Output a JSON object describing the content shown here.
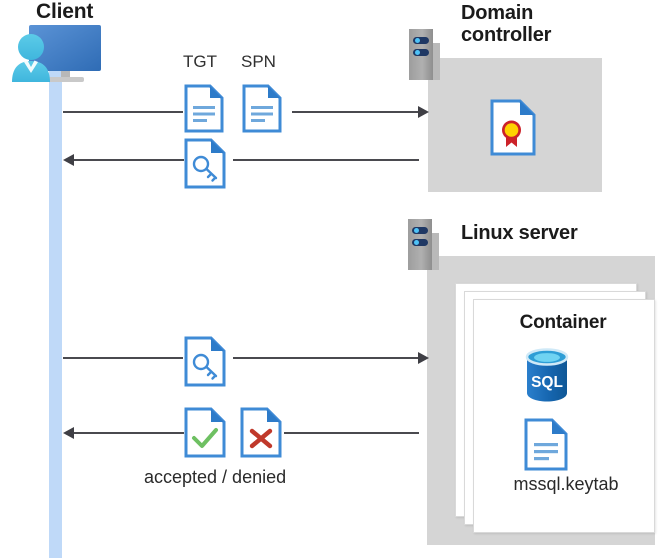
{
  "diagram": {
    "title": "Kerberos authentication flow between Client, Domain controller and Linux server container",
    "actors": {
      "client": {
        "label": "Client",
        "icon": "client-computer-user-icon"
      },
      "domain_controller": {
        "label": "Domain\ncontroller",
        "label_line1": "Domain",
        "label_line2": "controller",
        "icon": "server-rack-icon"
      },
      "linux_server": {
        "label": "Linux server",
        "icon": "server-rack-icon"
      }
    },
    "domain_controller_contents": [
      {
        "name": "certificate-document",
        "icon": "certificate-doc-icon",
        "label": ""
      }
    ],
    "container": {
      "label": "Container",
      "items": [
        {
          "name": "sql-database",
          "icon": "sql-database-icon",
          "label": "SQL"
        },
        {
          "name": "keytab-file",
          "icon": "document-lines-icon",
          "label": "mssql.keytab"
        }
      ]
    },
    "messages": [
      {
        "id": "msg-1",
        "direction": "right",
        "from": "client",
        "to": "domain_controller",
        "artifacts": [
          {
            "label": "TGT",
            "icon": "document-lines-icon"
          },
          {
            "label": "SPN",
            "icon": "document-lines-icon"
          }
        ],
        "caption": ""
      },
      {
        "id": "msg-2",
        "direction": "left",
        "from": "domain_controller",
        "to": "client",
        "artifacts": [
          {
            "label": "",
            "icon": "document-key-icon"
          }
        ],
        "caption": ""
      },
      {
        "id": "msg-3",
        "direction": "right",
        "from": "client",
        "to": "linux_server",
        "artifacts": [
          {
            "label": "",
            "icon": "document-key-icon"
          }
        ],
        "caption": ""
      },
      {
        "id": "msg-4",
        "direction": "left",
        "from": "linux_server",
        "to": "client",
        "artifacts": [
          {
            "label": "",
            "icon": "document-check-icon"
          },
          {
            "label": "",
            "icon": "document-cross-icon"
          }
        ],
        "caption": "accepted / denied"
      }
    ],
    "colors": {
      "lifeline": "#bfd9f8",
      "server_box": "#d5d5d5",
      "doc_blue": "#3f8bd6",
      "doc_fold": "#2d7bc9",
      "line": "#4a4a4f",
      "check_green": "#6ec062",
      "cross_red": "#c0392b",
      "sql_blue": "#1a6bb5",
      "cert_gold": "#ffd200",
      "cert_red": "#cc2229",
      "rack_navy": "#1f3864",
      "rack_led": "#4fc3f7",
      "text": "#1b1b1b"
    }
  }
}
